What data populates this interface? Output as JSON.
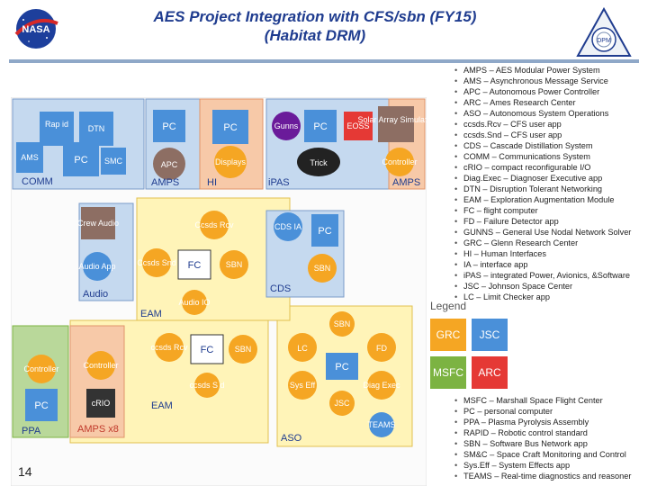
{
  "header": {
    "title_line1": "AES Project Integration with CFS/sbn (FY15)",
    "title_line2": "(Habitat DRM)",
    "left_logo": "NASA",
    "right_logo": "DPM"
  },
  "diagram": {
    "groups": {
      "comm": "COMM",
      "amps_top": "AMPS",
      "hi": "HI",
      "ipas": "iPAS",
      "amps_right": "AMPS",
      "audio": "Audio",
      "cds": "CDS",
      "eam": "EAM",
      "eam_bottom": "EAM",
      "ppa": "PPA",
      "amps_x8": "AMPS x8",
      "aso": "ASO"
    },
    "nodes": {
      "rapid": "Rap id",
      "dtn": "DTN",
      "ams": "AMS",
      "pc_comm": "PC",
      "smc": "SMC",
      "pc_amps": "PC",
      "apc": "APC",
      "pc_hi": "PC",
      "displays": "Displays",
      "gunns": "Gunns",
      "pc_ipas": "PC",
      "eoss": "EOSS",
      "solar": "Solar Array Simulator",
      "trick": "Trick",
      "controller_amps": "Controller",
      "crew_audio": "Crew Audio",
      "audio_app": "Audio App",
      "ccsds_rcv_eam": "Ccsds Rcv",
      "ccsds_snd_eam": "Ccsds Snd",
      "fc_eam": "FC",
      "sbn_eam": "SBN",
      "audio_io": "Audio IO",
      "cds_ia": "CDS IA",
      "pc_cds": "PC",
      "sbn_cds": "SBN",
      "sbn_aso": "SBN",
      "lc": "LC",
      "fd": "FD",
      "pc_aso": "PC",
      "syseff": "Sys Eff",
      "diagexec": "Diag Exec",
      "jsc": "JSC",
      "teams": "TEAMS",
      "ccsds_rcv_b": "ccsds Rcv",
      "fc_b": "FC",
      "sbn_b": "SBN",
      "ccsds_snd_b": "ccsds S d",
      "controller_ppa": "Controller",
      "pc_ppa": "PC",
      "controller_x8": "Controller",
      "crio": "cRIO"
    }
  },
  "acronyms_top": [
    "AMPS – AES Modular Power System",
    "AMS – Asynchronous Message Service",
    "APC – Autonomous Power Controller",
    "ARC – Ames Research Center",
    "ASO – Autonomous System Operations",
    "ccsds.Rcv – CFS user app",
    "ccsds.Snd – CFS user app",
    "CDS – Cascade Distillation System",
    "COMM – Communications System",
    "cRIO – compact reconfigurable I/O",
    "Diag.Exec – Diagnoser Executive app",
    "DTN – Disruption Tolerant Networking",
    "EAM – Exploration Augmentation Module",
    "FC – flight computer",
    "FD – Failure Detector app",
    "GUNNS – General Use Nodal Network Solver",
    "GRC – Glenn Research Center",
    "HI – Human Interfaces",
    "IA – interface app",
    "iPAS – integrated Power, Avionics, &Software",
    "JSC – Johnson Space Center",
    "LC – Limit Checker app"
  ],
  "legend": {
    "title": "Legend",
    "items": [
      {
        "label": "GRC",
        "color": "#f5a623"
      },
      {
        "label": "JSC",
        "color": "#4a90d9"
      },
      {
        "label": "MSFC",
        "color": "#7cb342"
      },
      {
        "label": "ARC",
        "color": "#e53935"
      }
    ]
  },
  "acronyms_bottom": [
    "MSFC – Marshall Space Flight Center",
    "PC – personal computer",
    "PPA – Plasma Pyrolysis Assembly",
    "RAPID – Robotic control standard",
    "SBN – Software Bus Network app",
    "SM&C – Space Craft Monitoring and Control",
    "Sys.Eff – System Effects app",
    "TEAMS – Real-time diagnostics and reasoner"
  ],
  "page_number": "14",
  "colors": {
    "title": "#1f3c8f",
    "jsc_blue": "#4a90d9",
    "grc_orange": "#f5a623",
    "msfc_green": "#7cb342",
    "arc_red": "#e53935",
    "region_blue": "#c5d9ef",
    "region_orange": "#f7c9a8",
    "region_green": "#b9d89a",
    "region_yellow": "#fff4b8"
  }
}
